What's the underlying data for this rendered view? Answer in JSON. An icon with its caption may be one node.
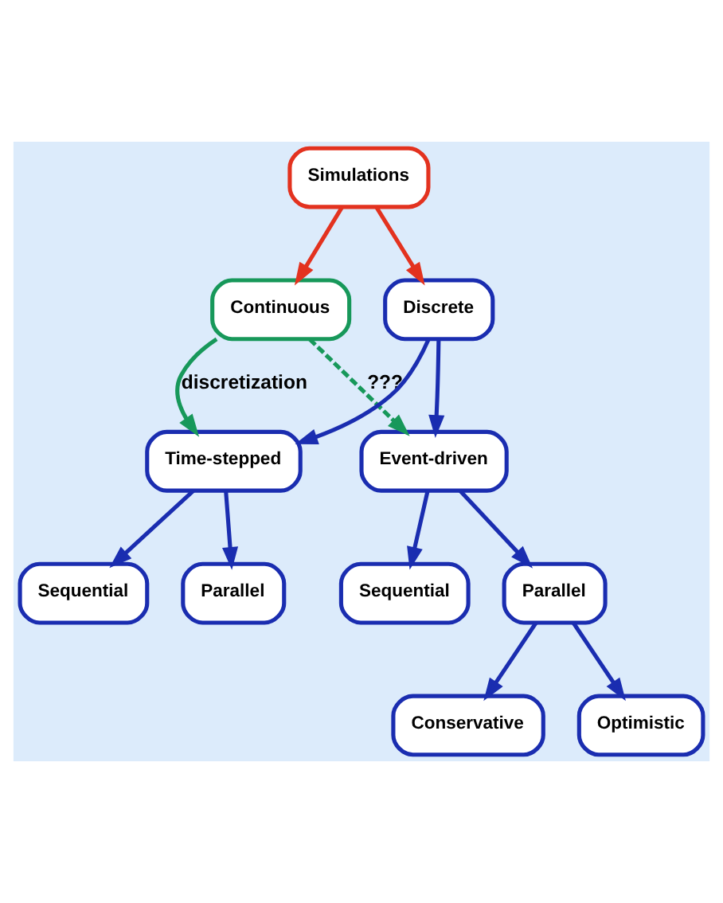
{
  "diagram": {
    "nodes": [
      {
        "text": [
          "Simulations"
        ]
      },
      {
        "text": [
          "Continuous"
        ]
      },
      {
        "text": [
          "Discrete"
        ]
      },
      {
        "text": [
          "Time-stepped"
        ]
      },
      {
        "text": [
          "Event-driven"
        ]
      },
      {
        "text": [
          "Sequential"
        ]
      },
      {
        "text": [
          "Parallel"
        ]
      },
      {
        "text": [
          "Sequential"
        ]
      },
      {
        "text": [
          "Parallel"
        ]
      },
      {
        "text": [
          "Conservative"
        ]
      },
      {
        "text": [
          "Optimistic"
        ]
      }
    ],
    "edges": [
      {
        "from": 0,
        "to": 1,
        "arrow": "to",
        "color": "#e3321f"
      },
      {
        "from": 0,
        "to": 2,
        "arrow": "to",
        "color": "#e3321f"
      },
      {
        "from": 1,
        "to": 3,
        "arrow": "to",
        "label": "discretization",
        "color": "#17985a"
      },
      {
        "from": 1,
        "to": 4,
        "arrow": "to",
        "label": "???",
        "style": "dashed",
        "color": "#17985a"
      },
      {
        "from": 2,
        "to": 3,
        "arrow": "to"
      },
      {
        "from": 2,
        "to": 4,
        "arrow": "to"
      },
      {
        "from": 3,
        "to": 5,
        "arrow": "to"
      },
      {
        "from": 3,
        "to": 6,
        "arrow": "to"
      },
      {
        "from": 4,
        "to": 7,
        "arrow": "to"
      },
      {
        "from": 4,
        "to": 8,
        "arrow": "to"
      },
      {
        "from": 8,
        "to": 9,
        "arrow": "to"
      },
      {
        "from": 8,
        "to": 10,
        "arrow": "to"
      }
    ]
  }
}
